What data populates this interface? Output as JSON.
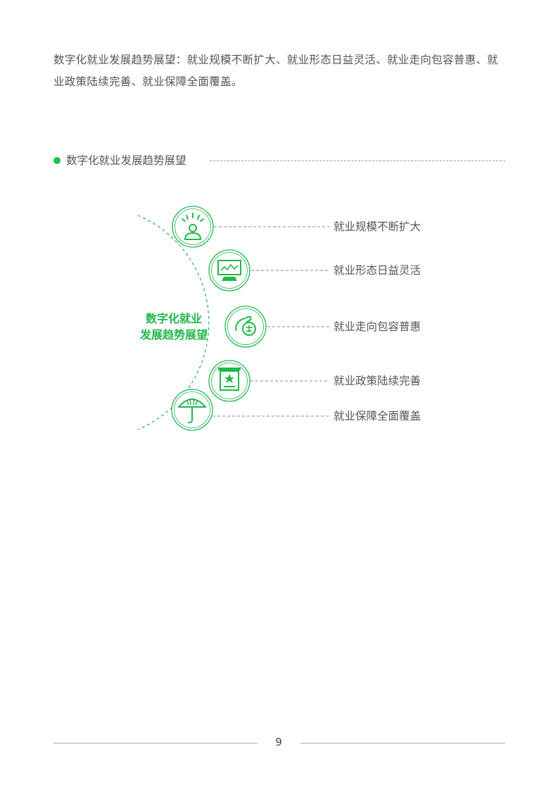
{
  "intro": {
    "text": "数字化就业发展趋势展望：就业规模不断扩大、就业形态日益灵活、就业走向包容普惠、就业政策陆续完善、就业保障全面覆盖。"
  },
  "section": {
    "title": "数字化就业发展趋势展望"
  },
  "diagram": {
    "center_line1": "数字化就业",
    "center_line2": "发展趋势展望",
    "accent_color": "#22b84c",
    "items": [
      {
        "label": "就业规模不断扩大",
        "icon": "worker-icon"
      },
      {
        "label": "就业形态日益灵活",
        "icon": "monitor-chart-icon"
      },
      {
        "label": "就业走向包容普惠",
        "icon": "hand-balance-icon"
      },
      {
        "label": "就业政策陆续完善",
        "icon": "policy-board-icon"
      },
      {
        "label": "就业保障全面覆盖",
        "icon": "umbrella-icon"
      }
    ]
  },
  "footer": {
    "page_number": "9"
  }
}
